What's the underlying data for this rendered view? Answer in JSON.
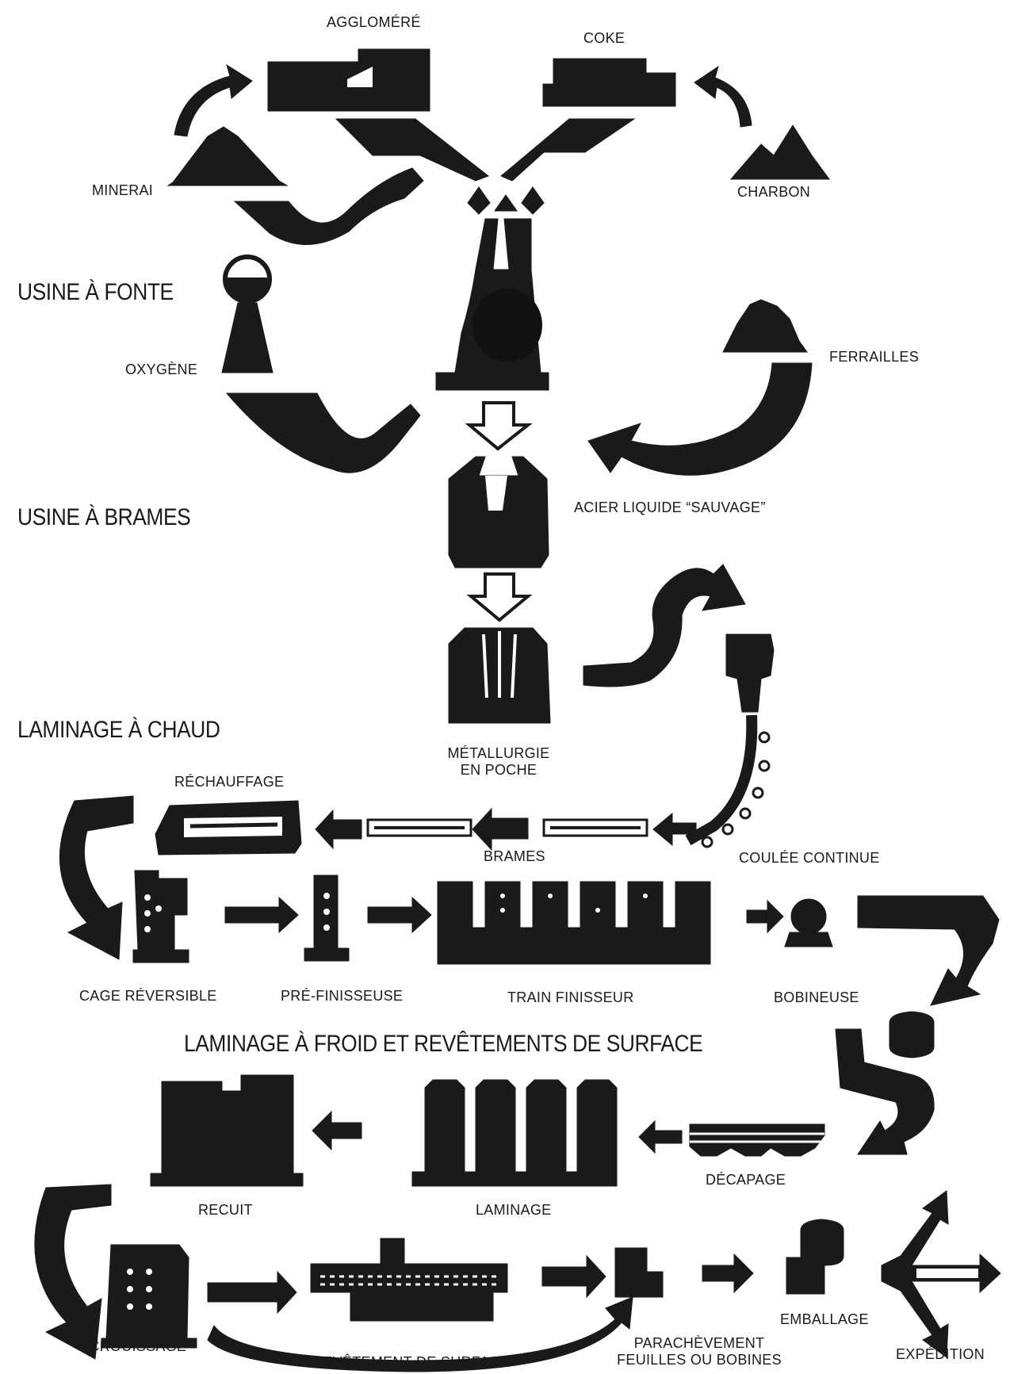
{
  "sections": {
    "fonte": "USINE À FONTE",
    "brames": "USINE À BRAMES",
    "chaud": "LAMINAGE À CHAUD",
    "froid": "LAMINAGE À FROID ET REVÊTEMENTS DE SURFACE"
  },
  "labels": {
    "agglomere": "AGGLOMÉRÉ",
    "coke": "COKE",
    "minerai": "MINERAI",
    "charbon": "CHARBON",
    "oxygene": "OXYGÈNE",
    "ferrailles": "FERRAILLES",
    "acier_liquide": "ACIER LIQUIDE “SAUVAGE”",
    "metallurgie_1": "MÉTALLURGIE",
    "metallurgie_2": "EN POCHE",
    "rechauffage": "RÉCHAUFFAGE",
    "brames": "BRAMES",
    "coulee_continue": "COULÉE CONTINUE",
    "cage_reversible": "CAGE RÉVERSIBLE",
    "pre_finisseuse": "PRÉ-FINISSEUSE",
    "train_finisseur": "TRAIN FINISSEUR",
    "bobineuse": "BOBINEUSE",
    "recuit": "RECUIT",
    "laminage": "LAMINAGE",
    "decapage": "DÉCAPAGE",
    "emballage": "EMBALLAGE",
    "ecrouissage": "ÉCROUISSAGE",
    "revetement_surface": "REVÊTEMENT DE SURFACE",
    "parachevement_1": "PARACHÈVEMENT",
    "parachevement_2": "FEUILLES OU BOBINES",
    "expedition": "EXPÉDITION"
  },
  "colors": {
    "ink": "#1a1a1a",
    "paper": "#ffffff"
  }
}
